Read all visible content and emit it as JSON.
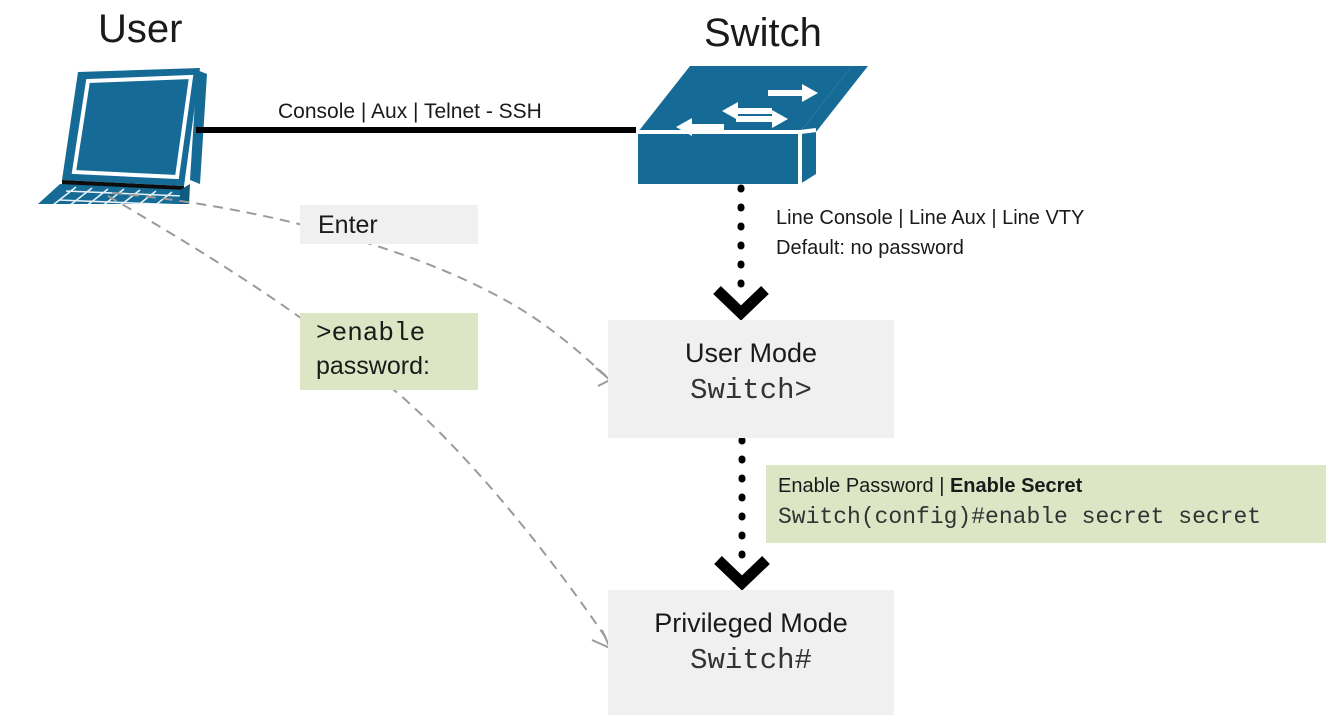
{
  "diagram": {
    "title_user": "User",
    "title_switch": "Switch",
    "link_label": "Console | Aux | Telnet - SSH",
    "colors": {
      "device_blue": "#156B96",
      "device_blue_dark": "#0F5A80",
      "callout_grey": "#F0F0F0",
      "callout_green": "#DCE5C4",
      "line_black": "#000000",
      "dashed_grey": "#9B9B9B"
    },
    "icons": {
      "laptop": "laptop-icon",
      "switch": "network-switch-icon",
      "chevron_down": "chevron-down-arrow-icon"
    },
    "callouts": {
      "enter": "Enter",
      "enable_cmd": ">enable",
      "enable_prompt": "password:"
    },
    "notes": {
      "lines": "Line Console | Line Aux | Line VTY",
      "default": "Default: no password"
    },
    "modes": {
      "user": {
        "title": "User Mode",
        "prompt": "Switch>"
      },
      "privileged": {
        "title": "Privileged Mode",
        "prompt": "Switch#"
      }
    },
    "secret": {
      "heading_plain": "Enable Password | ",
      "heading_bold": "Enable Secret",
      "command": "Switch(config)#enable secret secret"
    }
  }
}
